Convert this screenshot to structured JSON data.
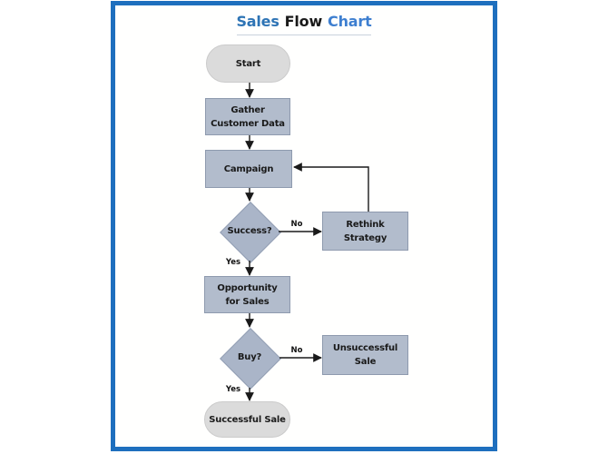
{
  "title": {
    "word1": "Sales",
    "word2": "Flow",
    "word3": "Chart"
  },
  "nodes": {
    "start": {
      "label": "Start",
      "type": "terminator"
    },
    "gather": {
      "label": "Gather\nCustomer Data",
      "type": "process"
    },
    "campaign": {
      "label": "Campaign",
      "type": "process"
    },
    "success": {
      "label": "Success?",
      "type": "decision"
    },
    "rethink": {
      "label": "Rethink\nStrategy",
      "type": "process"
    },
    "opportunity": {
      "label": "Opportunity\nfor Sales",
      "type": "process"
    },
    "buy": {
      "label": "Buy?",
      "type": "decision"
    },
    "unsuccessful": {
      "label": "Unsuccessful\nSale",
      "type": "process"
    },
    "successful": {
      "label": "Successful Sale",
      "type": "terminator"
    }
  },
  "edges": {
    "success_no": "No",
    "success_yes": "Yes",
    "buy_no": "No",
    "buy_yes": "Yes"
  },
  "colors": {
    "frame": "#1E6FBE",
    "process_fill": "#B2BCCC",
    "decision_fill": "#AAB5C8",
    "terminator_fill": "#DBDBDB",
    "title_sales": "#2E74B5",
    "title_flow": "#1A1A1A",
    "title_chart": "#3E7FD0",
    "connector": "#1A1A1A"
  }
}
